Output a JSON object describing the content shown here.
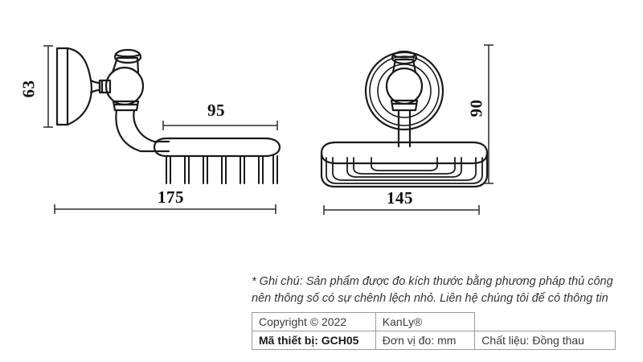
{
  "document": {
    "type": "technical-drawing",
    "product": "Soap basket / wall mounted soap dish holder",
    "views": [
      {
        "name": "side-view",
        "label": ""
      },
      {
        "name": "front-view",
        "label": ""
      }
    ]
  },
  "dimensions": {
    "side_height": "63",
    "basket_length": "95",
    "overall_length": "175",
    "front_width": "145",
    "front_height": "90"
  },
  "note": {
    "line1": "* Ghi chú: Sản phẩm được đo kích thước bằng phương pháp thủ công",
    "line2": "nên thông số có sự chênh lệch nhỏ. Liên hệ chúng tôi để có thông tin"
  },
  "spec_table": {
    "rows": [
      {
        "cells": [
          {
            "text": "Copyright © 2022",
            "bold": false
          },
          {
            "text": "KanLy®",
            "bold": false
          },
          {
            "text": "",
            "bold": false
          }
        ]
      },
      {
        "cells": [
          {
            "text": "Mã thiết bị: GCH05",
            "bold": true
          },
          {
            "text": "Đơn vị đo: mm",
            "bold": false
          },
          {
            "text": "Chất liệu: Đồng thau",
            "bold": false
          }
        ]
      }
    ]
  },
  "colors": {
    "line": "#1a1a1a",
    "dimension_line": "#2b2b2b",
    "table_border": "#9a9a9a",
    "note_text": "#333333",
    "background": "#ffffff"
  }
}
